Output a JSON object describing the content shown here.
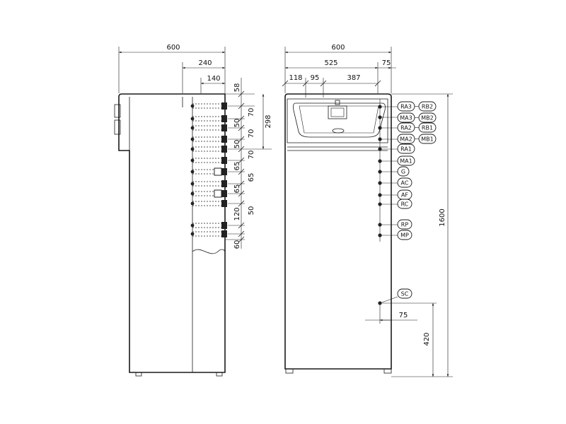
{
  "side_view": {
    "dims_horizontal": [
      "600",
      "240",
      "140"
    ],
    "dims_vertical_inner": [
      "58",
      "70",
      "50",
      "70",
      "50",
      "70",
      "65",
      "65",
      "65",
      "120",
      "50",
      "60"
    ],
    "dims_vertical_outer": [
      "298"
    ]
  },
  "front_view": {
    "dims_top": [
      "600",
      "525",
      "75",
      "118",
      "95",
      "387"
    ],
    "dim_height": "1600",
    "dim_bottom_height": "420",
    "dim_bottom_offset": "75",
    "connection_labels": [
      [
        "RA3",
        "RB2"
      ],
      [
        "MA3",
        "MB2"
      ],
      [
        "RA2",
        "RB1"
      ],
      [
        "MA2",
        "MB1"
      ],
      [
        "RA1"
      ],
      [
        "MA1"
      ],
      [
        "G"
      ],
      [
        "AC"
      ],
      [
        "AF"
      ],
      [
        "RC"
      ],
      [
        "RP"
      ],
      [
        "MP"
      ],
      [
        "SC"
      ]
    ]
  }
}
